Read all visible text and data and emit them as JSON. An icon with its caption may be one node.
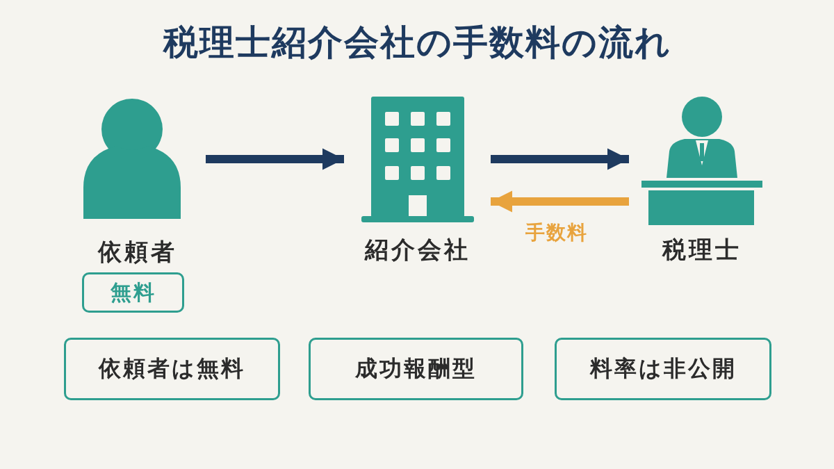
{
  "diagram": {
    "title": "税理士紹介会社の手数料の流れ",
    "nodes": [
      {
        "text": [
          "依頼者"
        ]
      },
      {
        "text": [
          "紹介会社"
        ]
      },
      {
        "text": [
          "税理士"
        ]
      },
      {
        "text": [
          "無料"
        ]
      },
      {
        "text": [
          "依頼者は無料"
        ]
      },
      {
        "text": [
          "成功報酬型"
        ]
      },
      {
        "text": [
          "料率は非公開"
        ]
      }
    ],
    "edges": [
      {
        "from": 0,
        "to": 1,
        "arrow": "to"
      },
      {
        "from": 1,
        "to": 2,
        "arrow": "to"
      },
      {
        "from": 2,
        "to": 1,
        "arrow": "to",
        "label": "手数料",
        "color": "#e8a33d"
      }
    ]
  }
}
